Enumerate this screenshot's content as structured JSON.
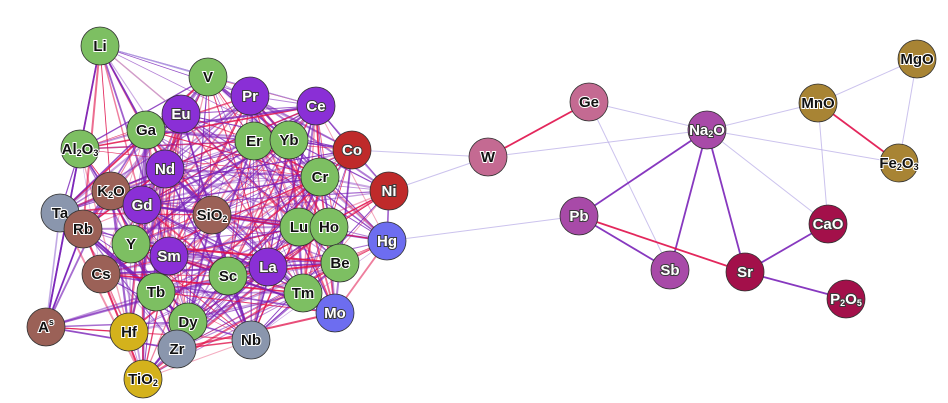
{
  "palette": {
    "green": "#7dbf62",
    "purple": "#8a2fd6",
    "brown": "#9b6157",
    "slate": "#8a96ad",
    "red": "#bf2a2a",
    "blue": "#6d6df0",
    "gold": "#d4b21c",
    "pink": "#c46a92",
    "magenta": "#a84aa8",
    "crimson": "#a3104a",
    "ochre": "#a88434",
    "edge_purple": "#7a22b8",
    "edge_red": "#e0104a",
    "edge_light": "#b5a8e6"
  },
  "nodes": [
    {
      "id": "Li",
      "label": "Li",
      "sub": "",
      "tail": "",
      "color": "green",
      "text": "dark"
    },
    {
      "id": "V",
      "label": "V",
      "sub": "",
      "tail": "",
      "color": "green",
      "text": "dark"
    },
    {
      "id": "Pr",
      "label": "Pr",
      "sub": "",
      "tail": "",
      "color": "purple",
      "text": "light"
    },
    {
      "id": "Ce",
      "label": "Ce",
      "sub": "",
      "tail": "",
      "color": "purple",
      "text": "light"
    },
    {
      "id": "Eu",
      "label": "Eu",
      "sub": "",
      "tail": "",
      "color": "purple",
      "text": "light"
    },
    {
      "id": "Al2O3",
      "label": "Al",
      "sub": "2",
      "tail": "O",
      "sub2": "3",
      "color": "green",
      "text": "dark"
    },
    {
      "id": "Ga",
      "label": "Ga",
      "sub": "",
      "tail": "",
      "color": "green",
      "text": "dark"
    },
    {
      "id": "Er",
      "label": "Er",
      "sub": "",
      "tail": "",
      "color": "green",
      "text": "dark"
    },
    {
      "id": "Yb",
      "label": "Yb",
      "sub": "",
      "tail": "",
      "color": "green",
      "text": "dark"
    },
    {
      "id": "Co",
      "label": "Co",
      "sub": "",
      "tail": "",
      "color": "red",
      "text": "light"
    },
    {
      "id": "Nd",
      "label": "Nd",
      "sub": "",
      "tail": "",
      "color": "purple",
      "text": "light"
    },
    {
      "id": "Cr",
      "label": "Cr",
      "sub": "",
      "tail": "",
      "color": "green",
      "text": "dark"
    },
    {
      "id": "Ni",
      "label": "Ni",
      "sub": "",
      "tail": "",
      "color": "red",
      "text": "light"
    },
    {
      "id": "K2O",
      "label": "K",
      "sub": "2",
      "tail": "O",
      "color": "brown",
      "text": "dark"
    },
    {
      "id": "Gd",
      "label": "Gd",
      "sub": "",
      "tail": "",
      "color": "purple",
      "text": "light"
    },
    {
      "id": "Ta",
      "label": "Ta",
      "sub": "",
      "tail": "",
      "color": "slate",
      "text": "dark"
    },
    {
      "id": "SiO2",
      "label": "SiO",
      "sub": "2",
      "tail": "",
      "color": "brown",
      "text": "dark"
    },
    {
      "id": "Rb",
      "label": "Rb",
      "sub": "",
      "tail": "",
      "color": "brown",
      "text": "dark"
    },
    {
      "id": "Lu",
      "label": "Lu",
      "sub": "",
      "tail": "",
      "color": "green",
      "text": "dark"
    },
    {
      "id": "Ho",
      "label": "Ho",
      "sub": "",
      "tail": "",
      "color": "green",
      "text": "dark"
    },
    {
      "id": "Hg",
      "label": "Hg",
      "sub": "",
      "tail": "",
      "color": "blue",
      "text": "light"
    },
    {
      "id": "Y",
      "label": "Y",
      "sub": "",
      "tail": "",
      "color": "green",
      "text": "dark"
    },
    {
      "id": "Sm",
      "label": "Sm",
      "sub": "",
      "tail": "",
      "color": "purple",
      "text": "light"
    },
    {
      "id": "La",
      "label": "La",
      "sub": "",
      "tail": "",
      "color": "purple",
      "text": "light"
    },
    {
      "id": "Be",
      "label": "Be",
      "sub": "",
      "tail": "",
      "color": "green",
      "text": "dark"
    },
    {
      "id": "Cs",
      "label": "Cs",
      "sub": "",
      "tail": "",
      "color": "brown",
      "text": "dark"
    },
    {
      "id": "Sc",
      "label": "Sc",
      "sub": "",
      "tail": "",
      "color": "green",
      "text": "dark"
    },
    {
      "id": "Tb",
      "label": "Tb",
      "sub": "",
      "tail": "",
      "color": "green",
      "text": "dark"
    },
    {
      "id": "Tm",
      "label": "Tm",
      "sub": "",
      "tail": "",
      "color": "green",
      "text": "dark"
    },
    {
      "id": "Mo",
      "label": "Mo",
      "sub": "",
      "tail": "",
      "color": "blue",
      "text": "light"
    },
    {
      "id": "Hf",
      "label": "Hf",
      "sub": "",
      "tail": "",
      "color": "gold",
      "text": "dark"
    },
    {
      "id": "Dy",
      "label": "Dy",
      "sub": "",
      "tail": "",
      "color": "green",
      "text": "dark"
    },
    {
      "id": "As",
      "label": "A",
      "sub": "",
      "tail": "",
      "sup": "s",
      "color": "brown",
      "text": "dark"
    },
    {
      "id": "Zr",
      "label": "Zr",
      "sub": "",
      "tail": "",
      "color": "slate",
      "text": "dark"
    },
    {
      "id": "Nb",
      "label": "Nb",
      "sub": "",
      "tail": "",
      "color": "slate",
      "text": "dark"
    },
    {
      "id": "TiO2",
      "label": "TiO",
      "sub": "2",
      "tail": "",
      "color": "gold",
      "text": "dark"
    },
    {
      "id": "W",
      "label": "W",
      "sub": "",
      "tail": "",
      "color": "pink",
      "text": "dark"
    },
    {
      "id": "Ge",
      "label": "Ge",
      "sub": "",
      "tail": "",
      "color": "pink",
      "text": "dark"
    },
    {
      "id": "Na2O",
      "label": "Na",
      "sub": "2",
      "tail": "O",
      "color": "magenta",
      "text": "light"
    },
    {
      "id": "MnO",
      "label": "MnO",
      "sub": "",
      "tail": "",
      "color": "ochre",
      "text": "dark"
    },
    {
      "id": "MgO",
      "label": "MgO",
      "sub": "",
      "tail": "",
      "color": "ochre",
      "text": "dark"
    },
    {
      "id": "Fe2O3",
      "label": "Fe",
      "sub": "2",
      "tail": "O",
      "sub2": "3",
      "color": "ochre",
      "text": "dark"
    },
    {
      "id": "Pb",
      "label": "Pb",
      "sub": "",
      "tail": "",
      "color": "magenta",
      "text": "light"
    },
    {
      "id": "CaO",
      "label": "CaO",
      "sub": "",
      "tail": "",
      "color": "crimson",
      "text": "light"
    },
    {
      "id": "Sb",
      "label": "Sb",
      "sub": "",
      "tail": "",
      "color": "magenta",
      "text": "light"
    },
    {
      "id": "Sr",
      "label": "Sr",
      "sub": "",
      "tail": "",
      "color": "crimson",
      "text": "light"
    },
    {
      "id": "P2O5",
      "label": "P",
      "sub": "2",
      "tail": "O",
      "sub2": "5",
      "color": "crimson",
      "text": "light"
    }
  ],
  "edges": [
    [
      "W",
      "Ge",
      "edge_red"
    ],
    [
      "W",
      "Na2O",
      "edge_light"
    ],
    [
      "W",
      "Ni",
      "edge_light"
    ],
    [
      "Ge",
      "Na2O",
      "edge_light"
    ],
    [
      "Ge",
      "Sb",
      "edge_light"
    ],
    [
      "Na2O",
      "MnO",
      "edge_light"
    ],
    [
      "Na2O",
      "Pb",
      "edge_purple"
    ],
    [
      "Na2O",
      "Sb",
      "edge_purple"
    ],
    [
      "Na2O",
      "Sr",
      "edge_purple"
    ],
    [
      "Na2O",
      "CaO",
      "edge_light"
    ],
    [
      "Na2O",
      "Fe2O3",
      "edge_light"
    ],
    [
      "MnO",
      "Fe2O3",
      "edge_red"
    ],
    [
      "MnO",
      "CaO",
      "edge_light"
    ],
    [
      "MnO",
      "MgO",
      "edge_light"
    ],
    [
      "MgO",
      "Fe2O3",
      "edge_light"
    ],
    [
      "Pb",
      "Sb",
      "edge_purple"
    ],
    [
      "Pb",
      "Sr",
      "edge_red"
    ],
    [
      "Sr",
      "P2O5",
      "edge_purple"
    ],
    [
      "Sr",
      "CaO",
      "edge_purple"
    ],
    [
      "Hg",
      "Pb",
      "edge_light"
    ],
    [
      "Co",
      "W",
      "edge_light"
    ],
    [
      "Li",
      "V",
      "edge_light"
    ],
    [
      "Li",
      "Al2O3",
      "edge_purple"
    ],
    [
      "Li",
      "Ga",
      "edge_purple"
    ],
    [
      "Li",
      "Ce",
      "edge_light"
    ],
    [
      "Li",
      "Eu",
      "edge_light"
    ],
    [
      "Al2O3",
      "As",
      "edge_purple"
    ],
    [
      "Ta",
      "As",
      "edge_light"
    ],
    [
      "Rb",
      "As",
      "edge_purple"
    ]
  ]
}
